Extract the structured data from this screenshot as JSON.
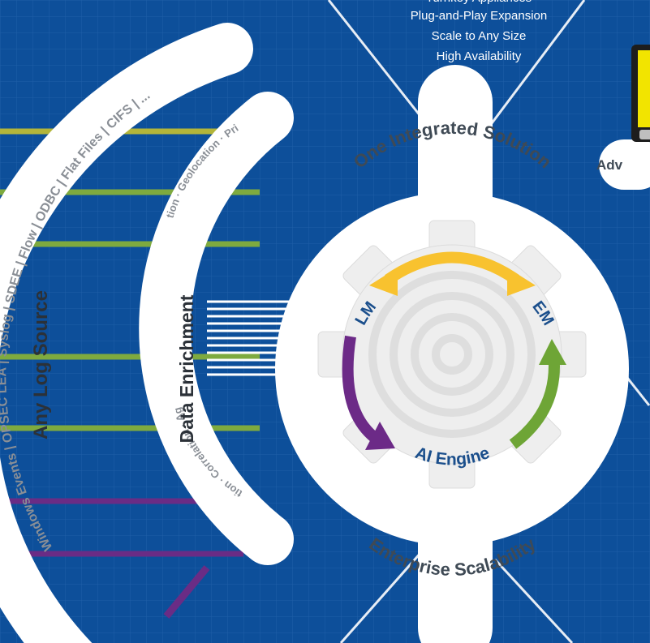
{
  "top_features": {
    "line1": "Turnkey Appliances",
    "line2": "Plug-and-Play Expansion",
    "line3": "Scale to Any Size",
    "line4": "High Availability"
  },
  "advanced_label": "Adv",
  "log_source": {
    "title": "Any Log Source",
    "sources": [
      "Windows Events",
      "OPSEC LEA",
      "Syslog",
      "SDEE",
      "Flow",
      "ODBC",
      "Flat Files",
      "CIFS",
      "..."
    ],
    "separator": "|"
  },
  "enrichment": {
    "title": "Data Enrichment",
    "upper_steps": [
      "Normalization",
      "Geolocation",
      "Prioritization"
    ],
    "lower_steps": [
      "Classification",
      "Correlation",
      "Aggregation"
    ]
  },
  "core": {
    "top_label": "One Integrated Solution",
    "bottom_label": "Enterprise Scalability",
    "left_module": "LM",
    "right_module": "EM",
    "engine": "AI Engine"
  },
  "colors": {
    "background": "#0d4f9a",
    "panel": "#ffffff",
    "gear": "#eeeeee",
    "gray_text": "#8a8f96",
    "dark_text": "#3f4a55",
    "navy_text": "#1b4f8c",
    "arrow_top": "#f8c22f",
    "arrow_left": "#6c2a87",
    "arrow_right": "#6ea536",
    "stripe_yellow": "#b3b53a",
    "stripe_green": "#7eaa3f",
    "stripe_purple": "#6a2c85",
    "screen": "#f2e400"
  }
}
